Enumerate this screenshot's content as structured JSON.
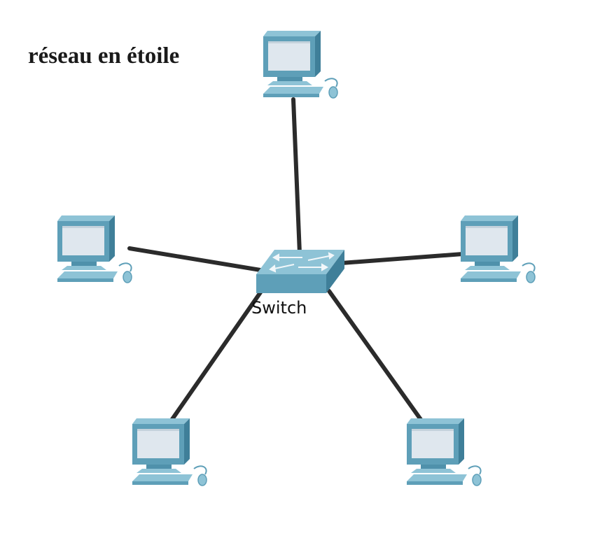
{
  "title": "réseau en étoile",
  "switch": {
    "label": "Switch",
    "icon": "switch-icon"
  },
  "computers": [
    {
      "id": "pc-top",
      "icon": "computer-icon"
    },
    {
      "id": "pc-left",
      "icon": "computer-icon"
    },
    {
      "id": "pc-right",
      "icon": "computer-icon"
    },
    {
      "id": "pc-bottom-left",
      "icon": "computer-icon"
    },
    {
      "id": "pc-bottom-right",
      "icon": "computer-icon"
    }
  ],
  "colors": {
    "cable": "#2b2b2b",
    "device_front": "#5e9fb8",
    "device_top": "#8ec3d6",
    "device_side": "#3f7f99",
    "screen": "#dfe7ee"
  }
}
